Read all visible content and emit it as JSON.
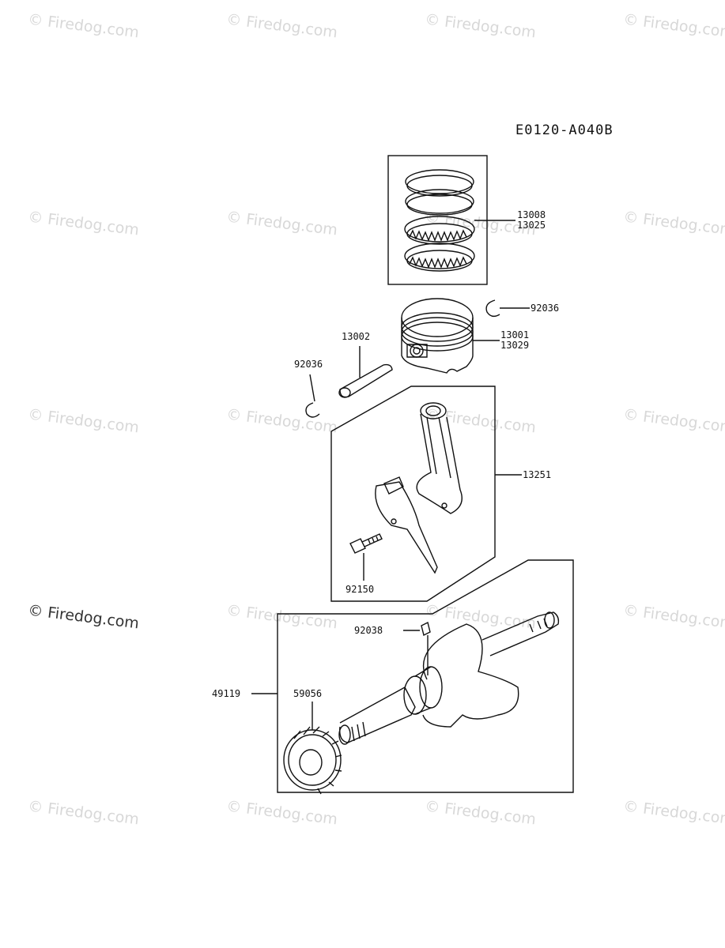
{
  "diagram_code": "E0120-A040B",
  "watermark": "© Firedog.com",
  "parts": {
    "piston_ring_set_a": "13008",
    "piston_ring_set_b": "13025",
    "circlip_right": "92036",
    "piston_a": "13001",
    "piston_b": "13029",
    "piston_pin": "13002",
    "circlip_left": "92036",
    "connecting_rod": "13251",
    "rod_bolt": "92150",
    "crank_key": "92038",
    "crankshaft": "49119",
    "crank_gear": "59056"
  }
}
